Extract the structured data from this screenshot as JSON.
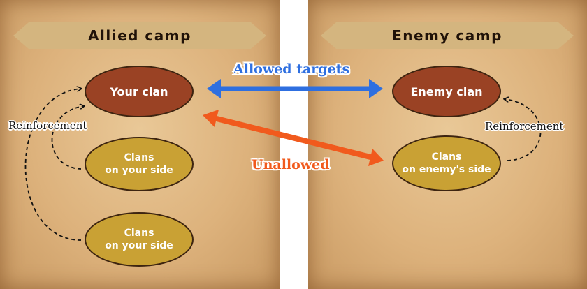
{
  "allied_camp": {
    "title": "Allied camp",
    "your_clan": "Your clan",
    "side_clans": [
      "Clans\non your side",
      "Clans\non your side"
    ],
    "reinforcement_label": "Reinforcement"
  },
  "enemy_camp": {
    "title": "Enemy camp",
    "enemy_clan": "Enemy clan",
    "side_clan": "Clans\non enemy's side",
    "reinforcement_label": "Reinforcement"
  },
  "relations": {
    "allowed_label": "Allowed targets",
    "unallowed_label": "Unallowed"
  },
  "colors": {
    "allowed_arrow": "#2e6fe0",
    "unallowed_arrow": "#f15a1d",
    "main_clan": "#9a4224",
    "side_clan": "#c9a134"
  }
}
